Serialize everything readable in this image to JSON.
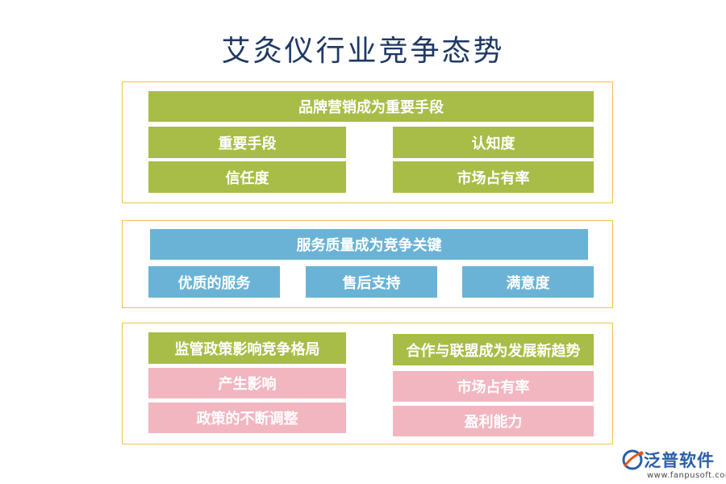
{
  "title": "艾灸仪行业竞争态势",
  "section1": {
    "header": "品牌营销成为重要手段",
    "left_top": "重要手段",
    "right_top": "认知度",
    "left_bottom": "信任度",
    "right_bottom": "市场占有率"
  },
  "section2": {
    "header": "服务质量成为竞争关键",
    "items": [
      "优质的服务",
      "售后支持",
      "满意度"
    ]
  },
  "section3": {
    "left_header": "监管政策影响竞争格局",
    "left_items": [
      "产生影响",
      "政策的不断调整"
    ],
    "right_header": "合作与联盟成为发展新趋势",
    "right_items": [
      "市场占有率",
      "盈利能力"
    ]
  },
  "logo": {
    "name": "泛普软件",
    "url": "www.fanpusoft.com"
  },
  "colors": {
    "green": "#a8bd47",
    "blue": "#6bb3d6",
    "pink": "#f2b6c1",
    "border": "#f0c24a",
    "title": "#1f3864"
  }
}
